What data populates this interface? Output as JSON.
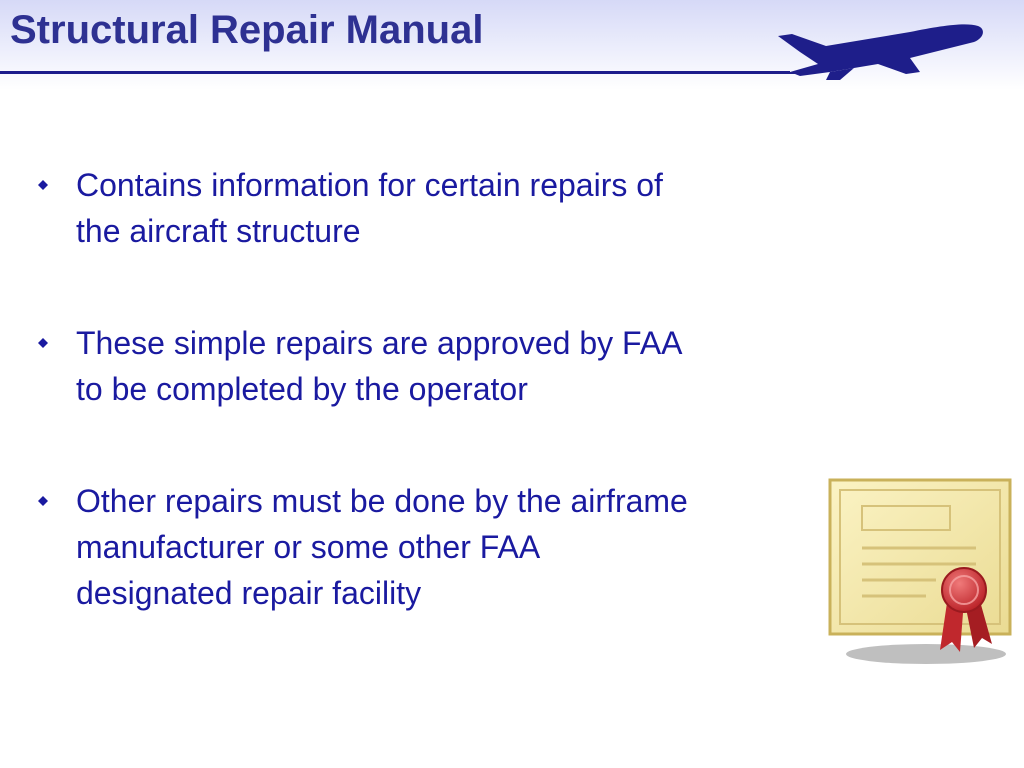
{
  "slide": {
    "title": "Structural Repair Manual",
    "bullets": [
      {
        "line1": "Contains information for certain repairs of",
        "line2": "the aircraft structure"
      },
      {
        "line1": "These simple repairs are approved by FAA",
        "line2": "to be completed by the operator"
      },
      {
        "line1": "Other repairs must be done by the airframe",
        "line2": "manufacturer or some other FAA",
        "line3": "designated repair facility"
      }
    ]
  },
  "colors": {
    "title": "#2e3192",
    "text": "#1a1aa0",
    "rule": "#1c1c8c",
    "plane": "#1e1e8a"
  },
  "icons": {
    "header_graphic": "airplane-icon",
    "bullet_marker": "diamond-icon",
    "decoration": "certificate-icon"
  }
}
